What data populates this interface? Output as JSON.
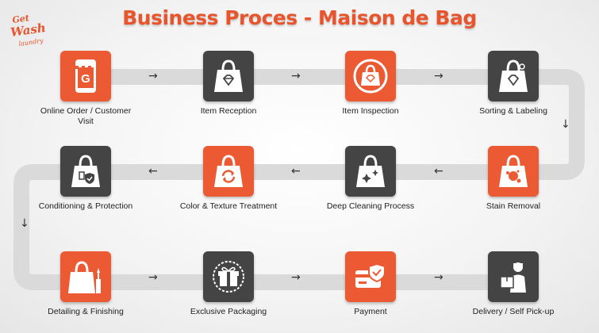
{
  "title": "Business Proces - Maison de Bag",
  "logo": {
    "line1": "Get",
    "line2": "Wash",
    "line3": "laundry"
  },
  "colors": {
    "accent": "#ec5a34",
    "dark_tile": "#444444",
    "path": "#dadada"
  },
  "steps": [
    {
      "label": "Online Order / Customer Visit",
      "icon": "phone-store-icon"
    },
    {
      "label": "Item Reception",
      "icon": "bag-diamond-icon"
    },
    {
      "label": "Item Inspection",
      "icon": "bag-inspection-icon"
    },
    {
      "label": "Sorting & Labeling",
      "icon": "bag-tag-icon"
    },
    {
      "label": "Stain Removal",
      "icon": "bag-stain-icon"
    },
    {
      "label": "Deep Cleaning Process",
      "icon": "bag-sparkle-icon"
    },
    {
      "label": "Color & Texture Treatment",
      "icon": "bag-refresh-icon"
    },
    {
      "label": "Conditioning & Protection",
      "icon": "bag-shield-icon"
    },
    {
      "label": "Detailing & Finishing",
      "icon": "bag-brush-icon"
    },
    {
      "label": "Exclusive Packaging",
      "icon": "gift-box-icon"
    },
    {
      "label": "Payment",
      "icon": "payment-card-icon"
    },
    {
      "label": "Delivery / Self Pick-up",
      "icon": "delivery-person-icon"
    }
  ],
  "arrows": {
    "right": "→",
    "left": "←",
    "down": "↓"
  }
}
